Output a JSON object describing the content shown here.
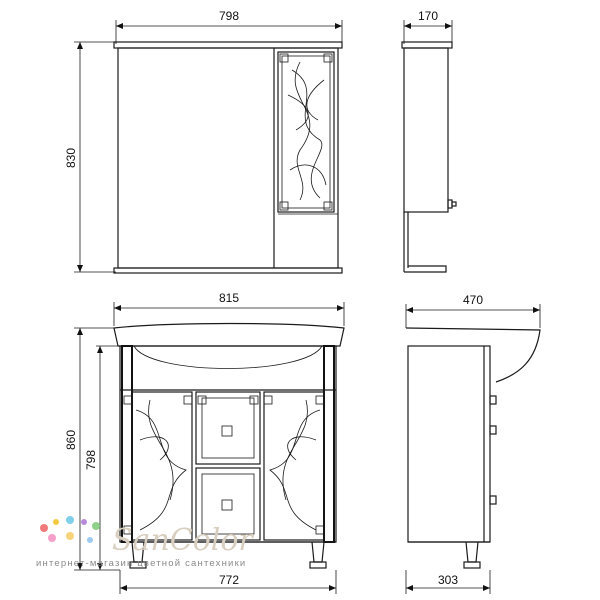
{
  "dimensions": {
    "mirror_width": "798",
    "mirror_depth": "170",
    "mirror_height": "830",
    "vanity_top_width": "815",
    "vanity_depth": "470",
    "vanity_height_total": "860",
    "vanity_height_body": "798",
    "vanity_base_width": "772",
    "vanity_base_depth": "303"
  },
  "watermark": {
    "logo": "SanColor",
    "tagline": "интернет-магазин цветной сантехники",
    "dot_colors": [
      "#f27a7a",
      "#f5c842",
      "#7fd0e8",
      "#b88ad9",
      "#8fd18a",
      "#f5a0c8",
      "#f7d37a",
      "#9ec9f0"
    ]
  }
}
